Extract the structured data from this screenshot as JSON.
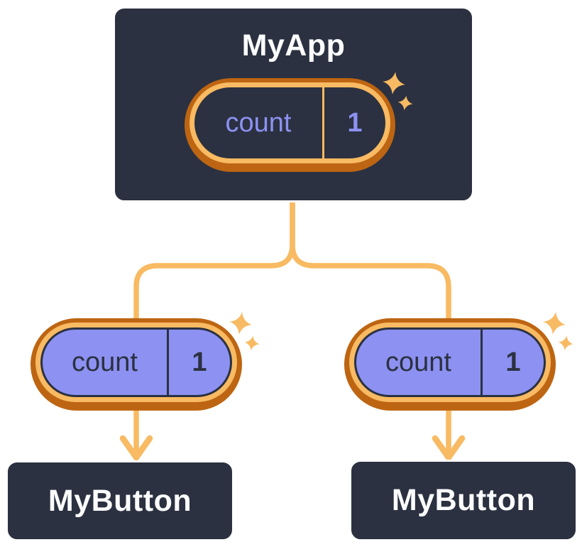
{
  "diagram": {
    "name": "react-state-lifting-tree",
    "colors": {
      "background": "#ffffff",
      "ink": "#2b3140",
      "box_border": "#ffffff",
      "orange_dark": "#bd6512",
      "orange_light": "#f8ba62",
      "purple": "#8c91f2",
      "text_light": "#fbfcfd"
    },
    "root": {
      "title": "MyApp",
      "state_pill": {
        "label": "count",
        "value": "1"
      }
    },
    "children": [
      {
        "title": "MyButton",
        "prop_pill": {
          "label": "count",
          "value": "1"
        }
      },
      {
        "title": "MyButton",
        "prop_pill": {
          "label": "count",
          "value": "1"
        }
      }
    ],
    "icons": {
      "sparkles": "sparkles-icon",
      "arrow": "arrow-down-icon"
    }
  }
}
